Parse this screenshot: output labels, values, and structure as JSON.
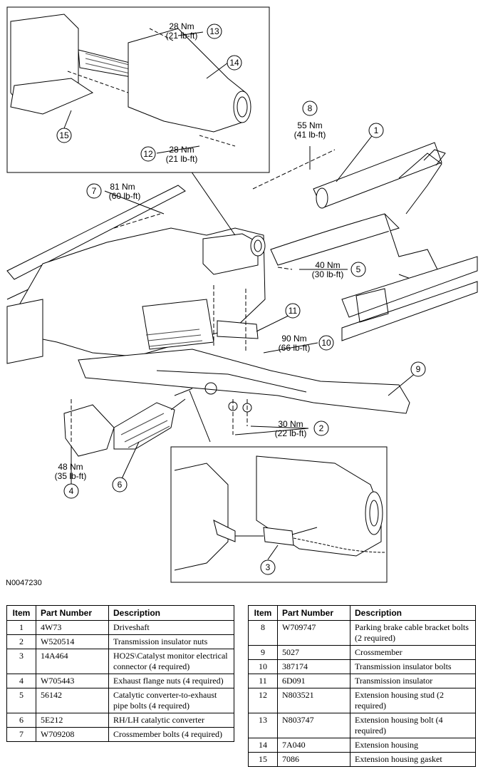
{
  "figure_id": "N0047230",
  "callouts": {
    "c1": {
      "num": "1"
    },
    "c2": {
      "num": "2",
      "torque_nm": "30 Nm",
      "torque_lbft": "(22 lb-ft)"
    },
    "c3": {
      "num": "3"
    },
    "c4": {
      "num": "4",
      "torque_nm": "48 Nm",
      "torque_lbft": "(35 lb-ft)"
    },
    "c5": {
      "num": "5",
      "torque_nm": "40 Nm",
      "torque_lbft": "(30 lb-ft)"
    },
    "c6": {
      "num": "6"
    },
    "c7": {
      "num": "7",
      "torque_nm": "81 Nm",
      "torque_lbft": "(60 lb-ft)"
    },
    "c8": {
      "num": "8",
      "torque_nm": "55 Nm",
      "torque_lbft": "(41 lb-ft)"
    },
    "c9": {
      "num": "9"
    },
    "c10": {
      "num": "10",
      "torque_nm": "90 Nm",
      "torque_lbft": "(66 lb-ft)"
    },
    "c11": {
      "num": "11"
    },
    "c12": {
      "num": "12",
      "torque_nm": "28 Nm",
      "torque_lbft": "(21 lb-ft)"
    },
    "c13": {
      "num": "13",
      "torque_nm": "28 Nm",
      "torque_lbft": "(21 lb-ft)"
    },
    "c14": {
      "num": "14"
    },
    "c15": {
      "num": "15"
    }
  },
  "table_headers": {
    "item": "Item",
    "part_number": "Part Number",
    "description": "Description"
  },
  "table_left": [
    {
      "item": "1",
      "part": "4W73",
      "desc": "Driveshaft"
    },
    {
      "item": "2",
      "part": "W520514",
      "desc": "Transmission insulator nuts"
    },
    {
      "item": "3",
      "part": "14A464",
      "desc": "HO2S\\Catalyst monitor electrical connector (4 required)"
    },
    {
      "item": "4",
      "part": "W705443",
      "desc": "Exhaust flange nuts (4 required)"
    },
    {
      "item": "5",
      "part": "56142",
      "desc": "Catalytic converter-to-exhaust pipe bolts (4 required)"
    },
    {
      "item": "6",
      "part": "5E212",
      "desc": "RH/LH catalytic converter"
    },
    {
      "item": "7",
      "part": "W709208",
      "desc": "Crossmember bolts (4 required)"
    }
  ],
  "table_right": [
    {
      "item": "8",
      "part": "W709747",
      "desc": "Parking brake cable bracket bolts (2 required)"
    },
    {
      "item": "9",
      "part": "5027",
      "desc": "Crossmember"
    },
    {
      "item": "10",
      "part": "387174",
      "desc": "Transmission insulator bolts"
    },
    {
      "item": "11",
      "part": "6D091",
      "desc": "Transmission insulator"
    },
    {
      "item": "12",
      "part": "N803521",
      "desc": "Extension housing stud (2 required)"
    },
    {
      "item": "13",
      "part": "N803747",
      "desc": "Extension housing bolt (4 required)"
    },
    {
      "item": "14",
      "part": "7A040",
      "desc": "Extension housing"
    },
    {
      "item": "15",
      "part": "7086",
      "desc": "Extension housing gasket"
    }
  ]
}
